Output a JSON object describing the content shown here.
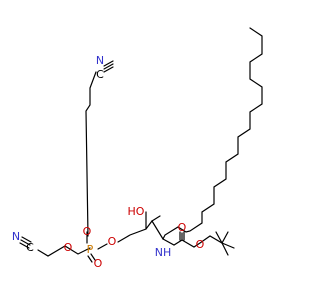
{
  "molecule": {
    "atoms": {
      "n_top": {
        "text": "N",
        "color": "#3333cc"
      },
      "c_top": {
        "text": "C",
        "color": "#000000"
      },
      "n_left": {
        "text": "N",
        "color": "#3333cc"
      },
      "c_left": {
        "text": "C",
        "color": "#000000"
      },
      "p": {
        "text": "P",
        "color": "#cc7a00"
      },
      "o_p_up": {
        "text": "O",
        "color": "#cc0000"
      },
      "o_p_left": {
        "text": "O",
        "color": "#cc0000"
      },
      "o_p_dbl": {
        "text": "O",
        "color": "#cc0000"
      },
      "o_p_right": {
        "text": "O",
        "color": "#cc0000"
      },
      "ho": {
        "text": "HO",
        "color": "#cc0000"
      },
      "nh": {
        "text": "NH",
        "color": "#3333cc"
      },
      "o_carb_dbl": {
        "text": "O",
        "color": "#cc0000"
      },
      "o_carb_ester": {
        "text": "O",
        "color": "#cc0000"
      }
    },
    "bond_color": "#000000"
  }
}
